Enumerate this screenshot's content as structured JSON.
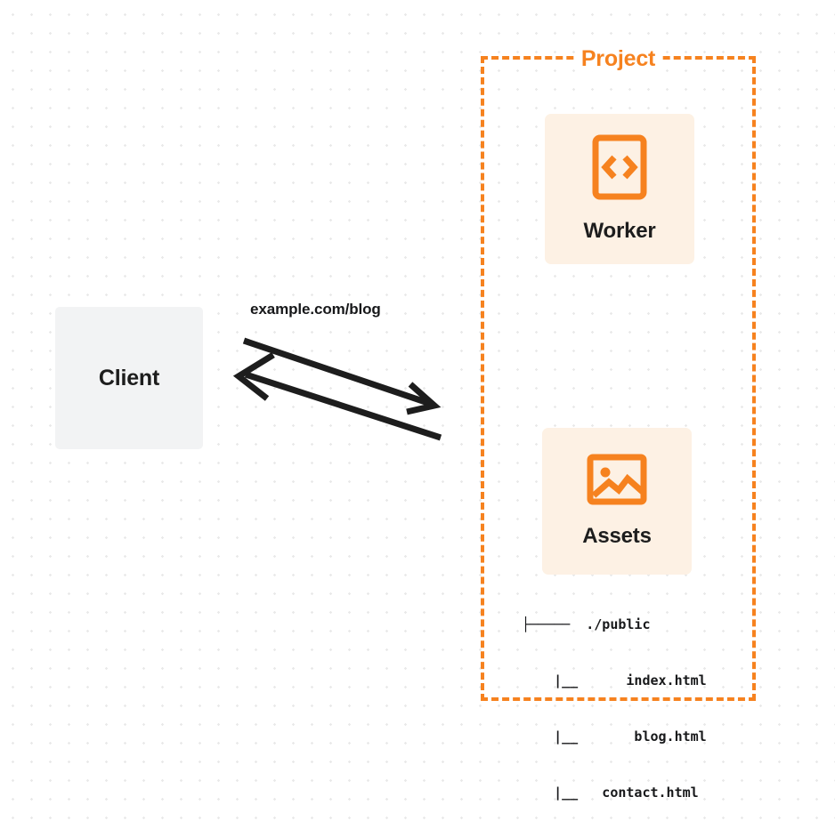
{
  "diagram": {
    "title": "Client to Project request flow",
    "colors": {
      "accent_orange": "#f6821f",
      "card_background": "#fdf1e4",
      "client_background": "#f2f3f4",
      "text_dark": "#1d1d1d",
      "canvas_background": "#ffffff",
      "dot_grid": "#e9e9e9"
    }
  },
  "client": {
    "label": "Client"
  },
  "connection": {
    "label": "example.com/blog",
    "request_direction": "left-to-right",
    "response_direction": "right-to-left"
  },
  "project": {
    "title": "Project",
    "border_style": "dashed",
    "nodes": [
      {
        "label": "Worker",
        "icon": "code-brackets-icon"
      },
      {
        "label": "Assets",
        "icon": "image-icon"
      }
    ]
  },
  "file_tree": {
    "lines": [
      "├─────  ./public",
      "    |__      index.html",
      "    |__       blog.html",
      "    |__   contact.html"
    ],
    "root": "./public",
    "files": [
      "index.html",
      "blog.html",
      "contact.html"
    ]
  }
}
